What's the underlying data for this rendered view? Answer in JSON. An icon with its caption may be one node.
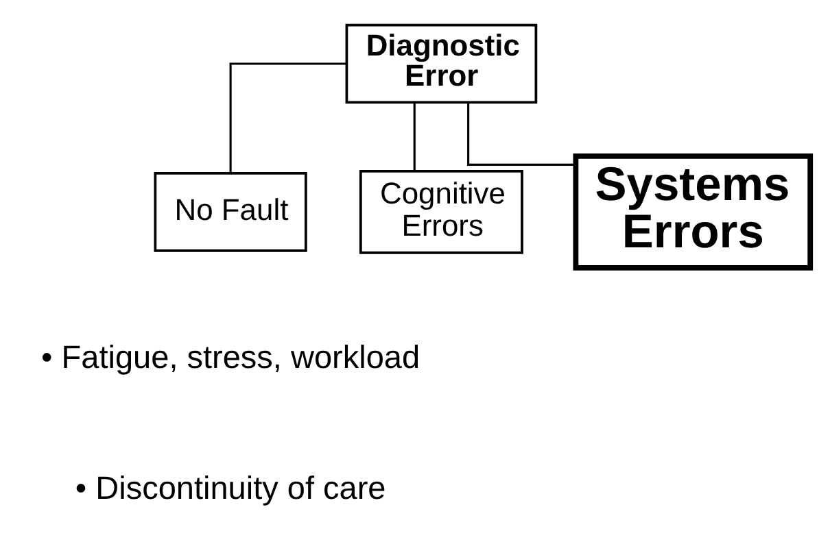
{
  "diagram": {
    "nodes": [
      {
        "text": [
          "Diagnostic Error"
        ]
      },
      {
        "text": [
          "No Fault"
        ]
      },
      {
        "text": [
          "Cognitive Errors"
        ]
      },
      {
        "text": [
          "Systems Errors"
        ]
      }
    ],
    "edges": [
      {
        "from": 0,
        "to": 1,
        "arrow": "none"
      },
      {
        "from": 0,
        "to": 2,
        "arrow": "none"
      },
      {
        "from": 0,
        "to": 3,
        "arrow": "none"
      }
    ],
    "labels": [
      "• Fatigue, stress, workload",
      "• Discontinuity of care"
    ]
  }
}
